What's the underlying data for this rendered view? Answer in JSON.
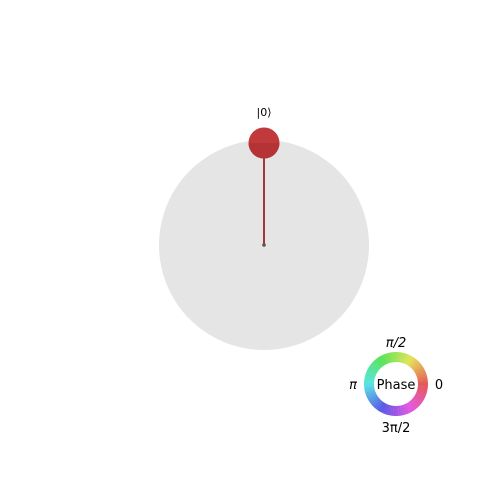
{
  "qsphere": {
    "state_label": "|0⟩",
    "state_color": "#c0393b",
    "stem_color": "#a83537",
    "sphere_color": "#e5e5e5"
  },
  "phase_legend": {
    "center_label": "Phase",
    "top_label": "π/2",
    "right_label": "0",
    "left_label": "π",
    "bottom_label": "3π/2"
  }
}
